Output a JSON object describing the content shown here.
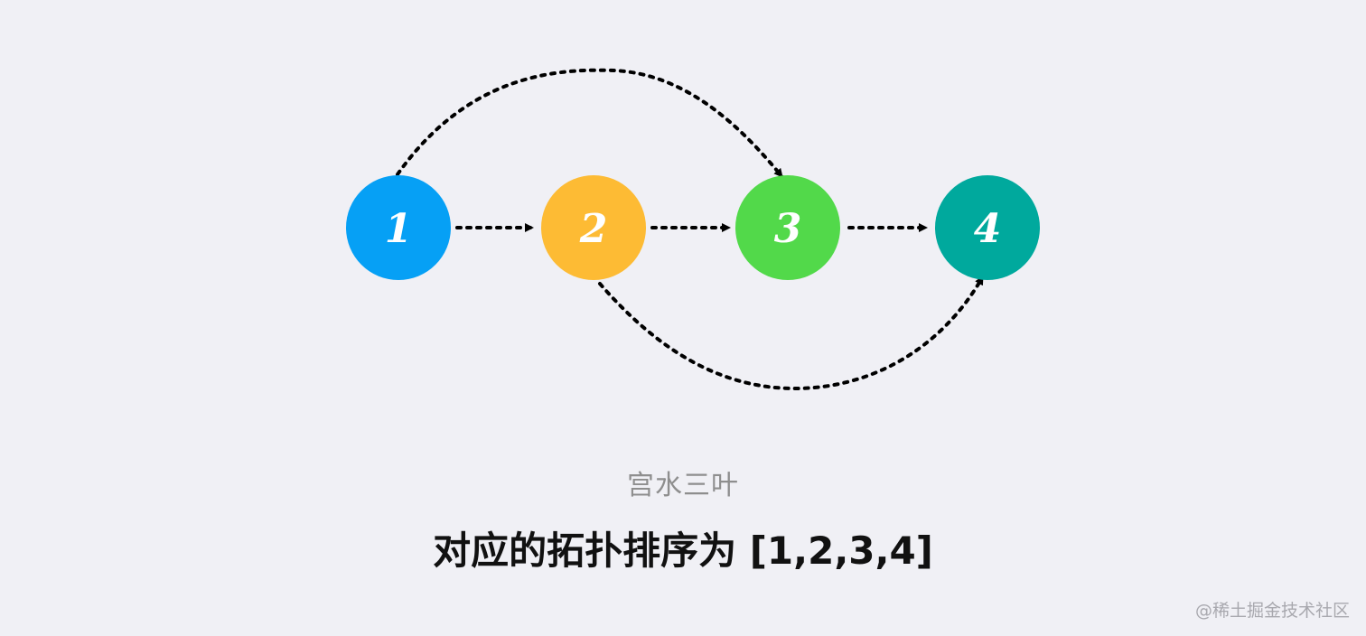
{
  "nodes": [
    {
      "id": "1",
      "label": "1",
      "color": "#06a0f5"
    },
    {
      "id": "2",
      "label": "2",
      "color": "#fdbb34"
    },
    {
      "id": "3",
      "label": "3",
      "color": "#52d94a"
    },
    {
      "id": "4",
      "label": "4",
      "color": "#00a99d"
    }
  ],
  "edges": [
    {
      "from": "1",
      "to": "2",
      "style": "dotted-straight"
    },
    {
      "from": "2",
      "to": "3",
      "style": "dotted-straight"
    },
    {
      "from": "3",
      "to": "4",
      "style": "dotted-straight"
    },
    {
      "from": "1",
      "to": "3",
      "style": "dotted-curve-above"
    },
    {
      "from": "2",
      "to": "4",
      "style": "dotted-curve-below"
    }
  ],
  "author": "宫水三叶",
  "caption": "对应的拓扑排序为 [1,2,3,4]",
  "watermark": "@稀土掘金技术社区",
  "colors": {
    "background": "#f0f0f5",
    "edge": "#000000"
  }
}
